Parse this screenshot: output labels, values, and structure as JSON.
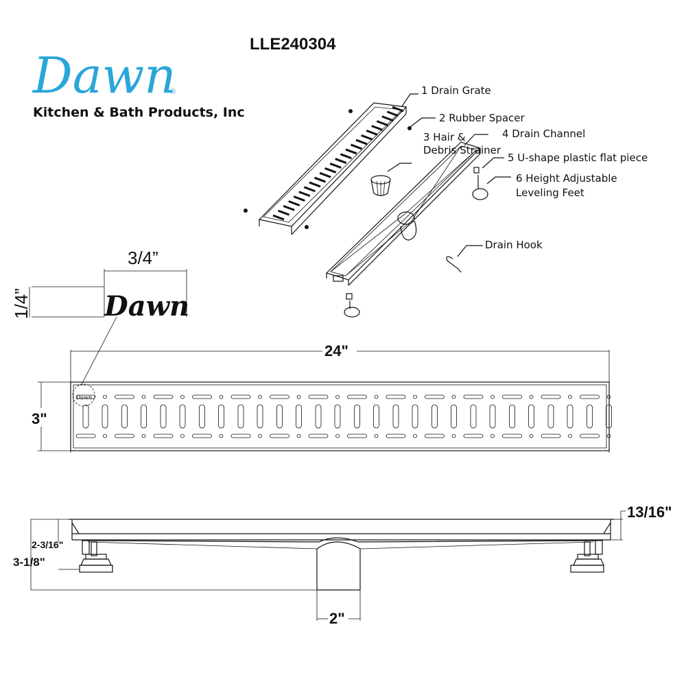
{
  "header": {
    "model": "LLE240304",
    "brand_logo": "Dawn",
    "company": "Kitchen & Bath Products, Inc"
  },
  "parts": [
    {
      "label": "1 Drain Grate"
    },
    {
      "label": "2 Rubber Spacer"
    },
    {
      "label": "3 Hair &",
      "label2": "Debris Strainer"
    },
    {
      "label": "4 Drain Channel"
    },
    {
      "label": "5 U-shape plastic flat piece"
    },
    {
      "label": "6 Height Adjustable",
      "label2": "Leveling Feet"
    },
    {
      "label": "Drain Hook"
    }
  ],
  "logo_detail": {
    "width": "3/4”",
    "height": "1/4”",
    "logo_text": "Dawn"
  },
  "top_view": {
    "length": "24\"",
    "width": "3\""
  },
  "side_view": {
    "grate_height": "13/16\"",
    "min_height": "2-3/16\"",
    "max_height": "3-1/8\"",
    "outlet_diameter": "2\""
  },
  "colors": {
    "logo": "#2aa6d8",
    "line": "#111111"
  }
}
